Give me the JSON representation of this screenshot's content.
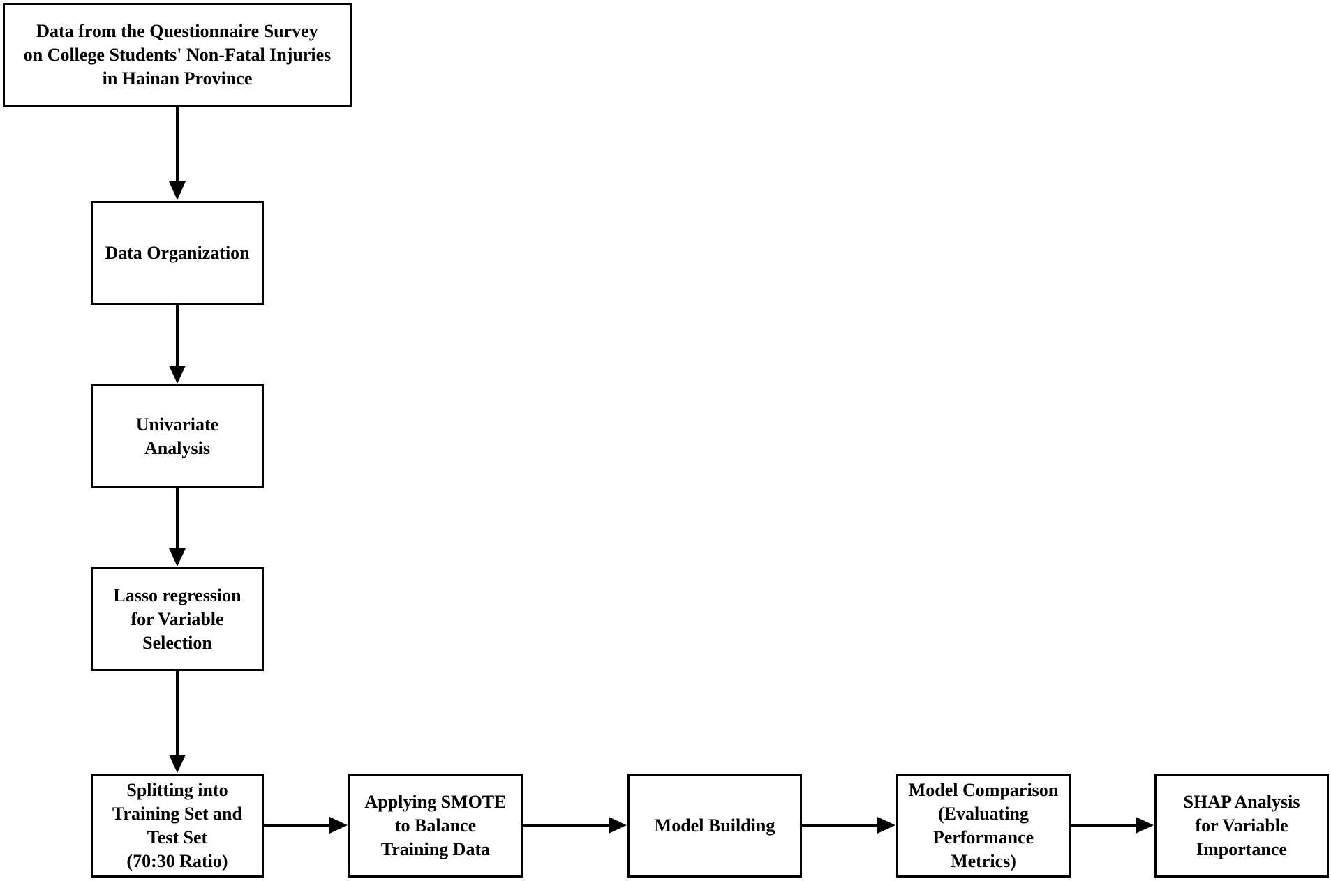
{
  "steps": {
    "survey": "Data from the Questionnaire Survey\non College Students' Non-Fatal Injuries\nin Hainan Province",
    "organization": "Data Organization",
    "univariate": "Univariate\nAnalysis",
    "lasso": "Lasso regression\nfor Variable\nSelection",
    "splitting": "Splitting into\nTraining Set and\nTest Set\n(70:30 Ratio)",
    "smote": "Applying SMOTE\nto Balance\nTraining Data",
    "model_building": "Model Building",
    "comparison": "Model Comparison\n(Evaluating\nPerformance\nMetrics)",
    "shap": "SHAP Analysis\nfor Variable\nImportance"
  },
  "colors": {
    "line": "#000000",
    "box_fill": "#ffffff"
  }
}
